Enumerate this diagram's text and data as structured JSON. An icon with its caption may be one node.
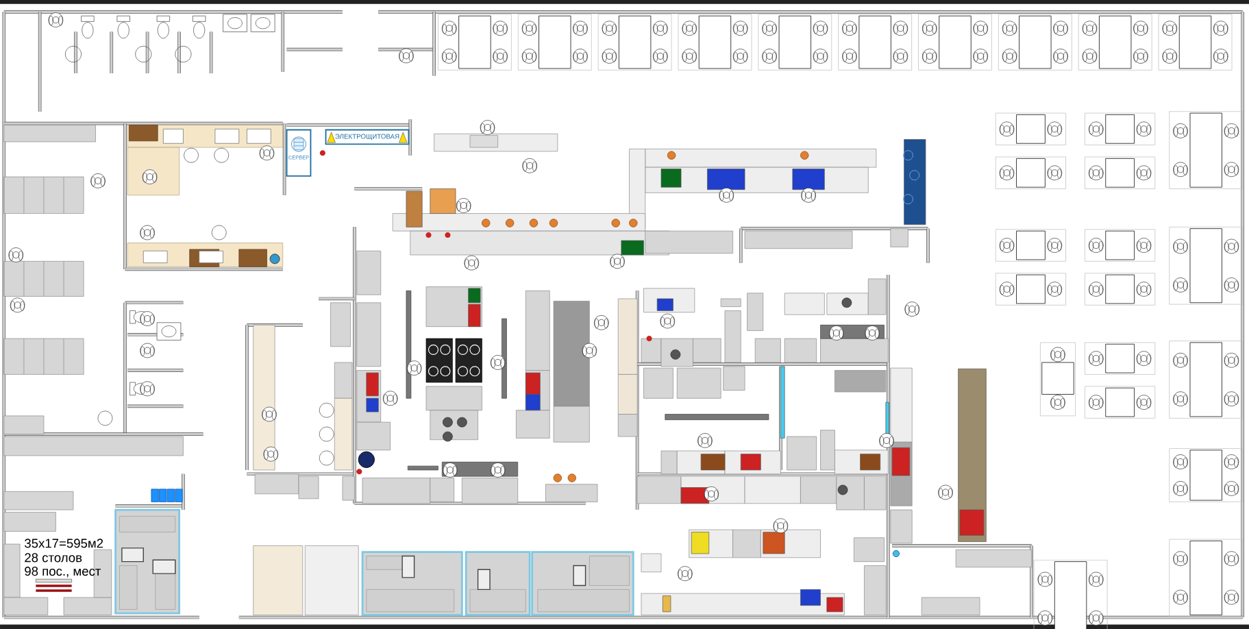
{
  "diagram": {
    "nodes": [
      {
        "text": [
          "СЕРВЕР"
        ]
      },
      {
        "text": [
          "ЭЛЕКТРОЩИТОВАЯ"
        ]
      }
    ],
    "labels": [
      "35x17=595м2",
      "28 столов",
      "98 пос., мест"
    ]
  }
}
